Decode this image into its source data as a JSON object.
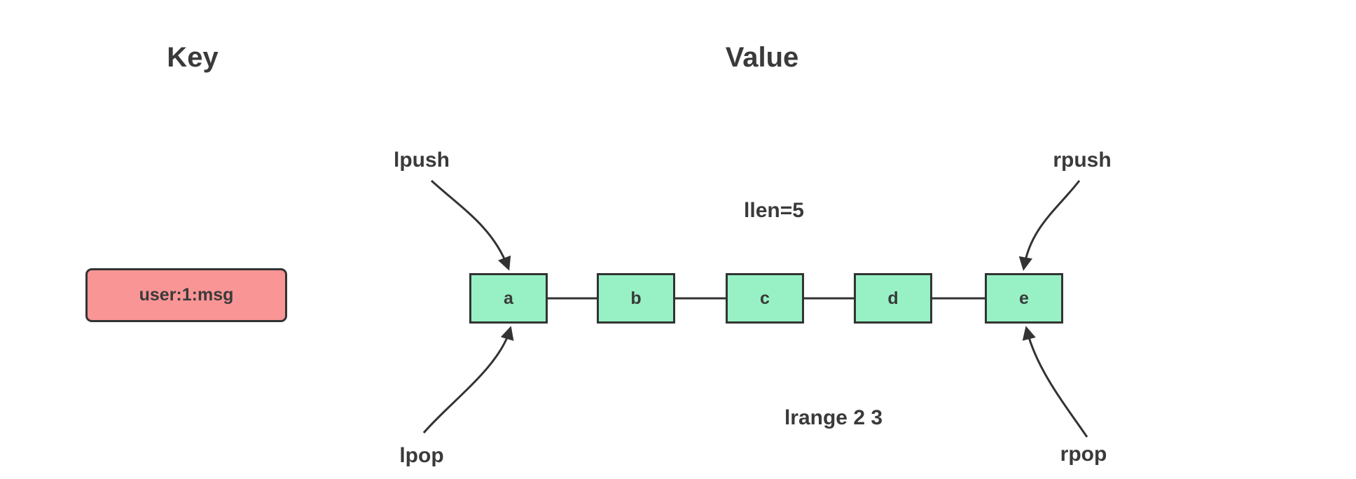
{
  "headers": {
    "key": "Key",
    "value": "Value"
  },
  "key_column": {
    "box_label": "user:1:msg",
    "box_fill": "#fa9595",
    "box_border": "#333333"
  },
  "value_list": {
    "items": [
      "a",
      "b",
      "c",
      "d",
      "e"
    ],
    "node_fill": "#97f1c4",
    "node_border": "#333333",
    "length_label": "llen=5",
    "range_label": "lrange 2 3"
  },
  "operations": {
    "lpush": "lpush",
    "lpop": "lpop",
    "rpush": "rpush",
    "rpop": "rpop"
  },
  "colors": {
    "text": "#3a3a3a",
    "line": "#333333"
  }
}
